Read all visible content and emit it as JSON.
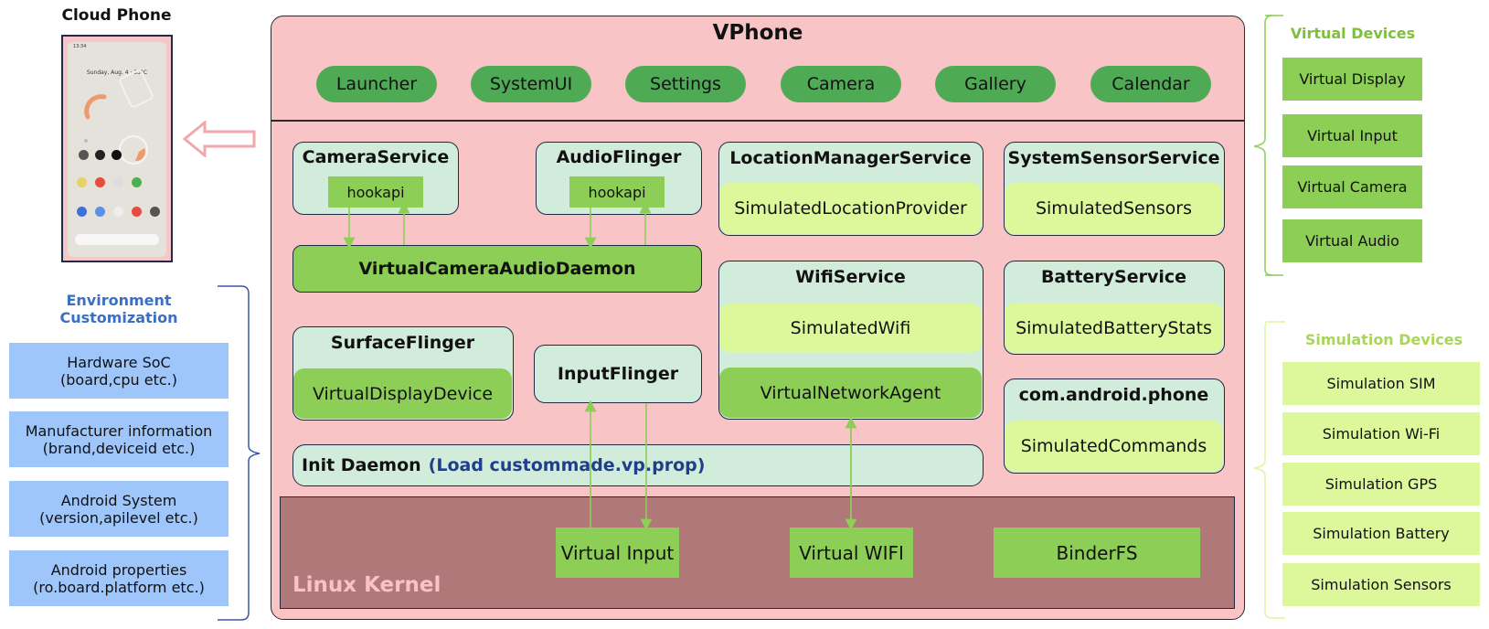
{
  "cloud_phone": {
    "title": "Cloud Phone",
    "status_time": "13:34",
    "date_weather": "Sunday, Aug. 4 · 33°C"
  },
  "environment": {
    "title": "Environment Customization",
    "items": [
      {
        "line1": "Hardware SoC",
        "line2": "(board,cpu etc.)"
      },
      {
        "line1": "Manufacturer information",
        "line2": "(brand,deviceid etc.)"
      },
      {
        "line1": "Android System",
        "line2": "(version,apilevel etc.)"
      },
      {
        "line1": "Android properties",
        "line2": "(ro.board.platform etc.)"
      }
    ]
  },
  "vphone": {
    "title": "VPhone",
    "apps": [
      "Launcher",
      "SystemUI",
      "Settings",
      "Camera",
      "Gallery",
      "Calendar"
    ],
    "camera_service": {
      "title": "CameraService",
      "hook": "hookapi"
    },
    "audio_flinger": {
      "title": "AudioFlinger",
      "hook": "hookapi"
    },
    "daemon": "VirtualCameraAudioDaemon",
    "location": {
      "title": "LocationManagerService",
      "inner": "SimulatedLocationProvider"
    },
    "sensor": {
      "title": "SystemSensorService",
      "inner": "SimulatedSensors"
    },
    "wifi": {
      "title": "WifiService",
      "inner1": "SimulatedWifi",
      "inner2": "VirtualNetworkAgent"
    },
    "battery": {
      "title": "BatteryService",
      "inner": "SimulatedBatteryStats"
    },
    "phone": {
      "title": "com.android.phone",
      "inner": "SimulatedCommands"
    },
    "surface": {
      "title": "SurfaceFlinger",
      "inner": "VirtualDisplayDevice"
    },
    "input": {
      "title": "InputFlinger"
    },
    "init": {
      "label": "Init Daemon",
      "sub": "(Load custommade.vp.prop)"
    }
  },
  "kernel": {
    "label": "Linux Kernel",
    "boxes": [
      "Virtual Input",
      "Virtual WIFI",
      "BinderFS"
    ]
  },
  "virtual_devices": {
    "title": "Virtual Devices",
    "items": [
      "Virtual Display",
      "Virtual Input",
      "Virtual Camera",
      "Virtual Audio"
    ]
  },
  "simulation_devices": {
    "title": "Simulation Devices",
    "items": [
      "Simulation SIM",
      "Simulation Wi-Fi",
      "Simulation GPS",
      "Simulation Battery",
      "Simulation Sensors"
    ]
  },
  "colors": {
    "vphone_bg": "#f9c4c6",
    "app_green": "#4faa56",
    "light_green": "#8cce56",
    "pale_yellow": "#dcf89a",
    "service_bg": "#d2ecdc",
    "kernel_bg": "#b07878",
    "env_blue": "#9ec6fb",
    "arrow_pink": "#f2a7ab"
  }
}
